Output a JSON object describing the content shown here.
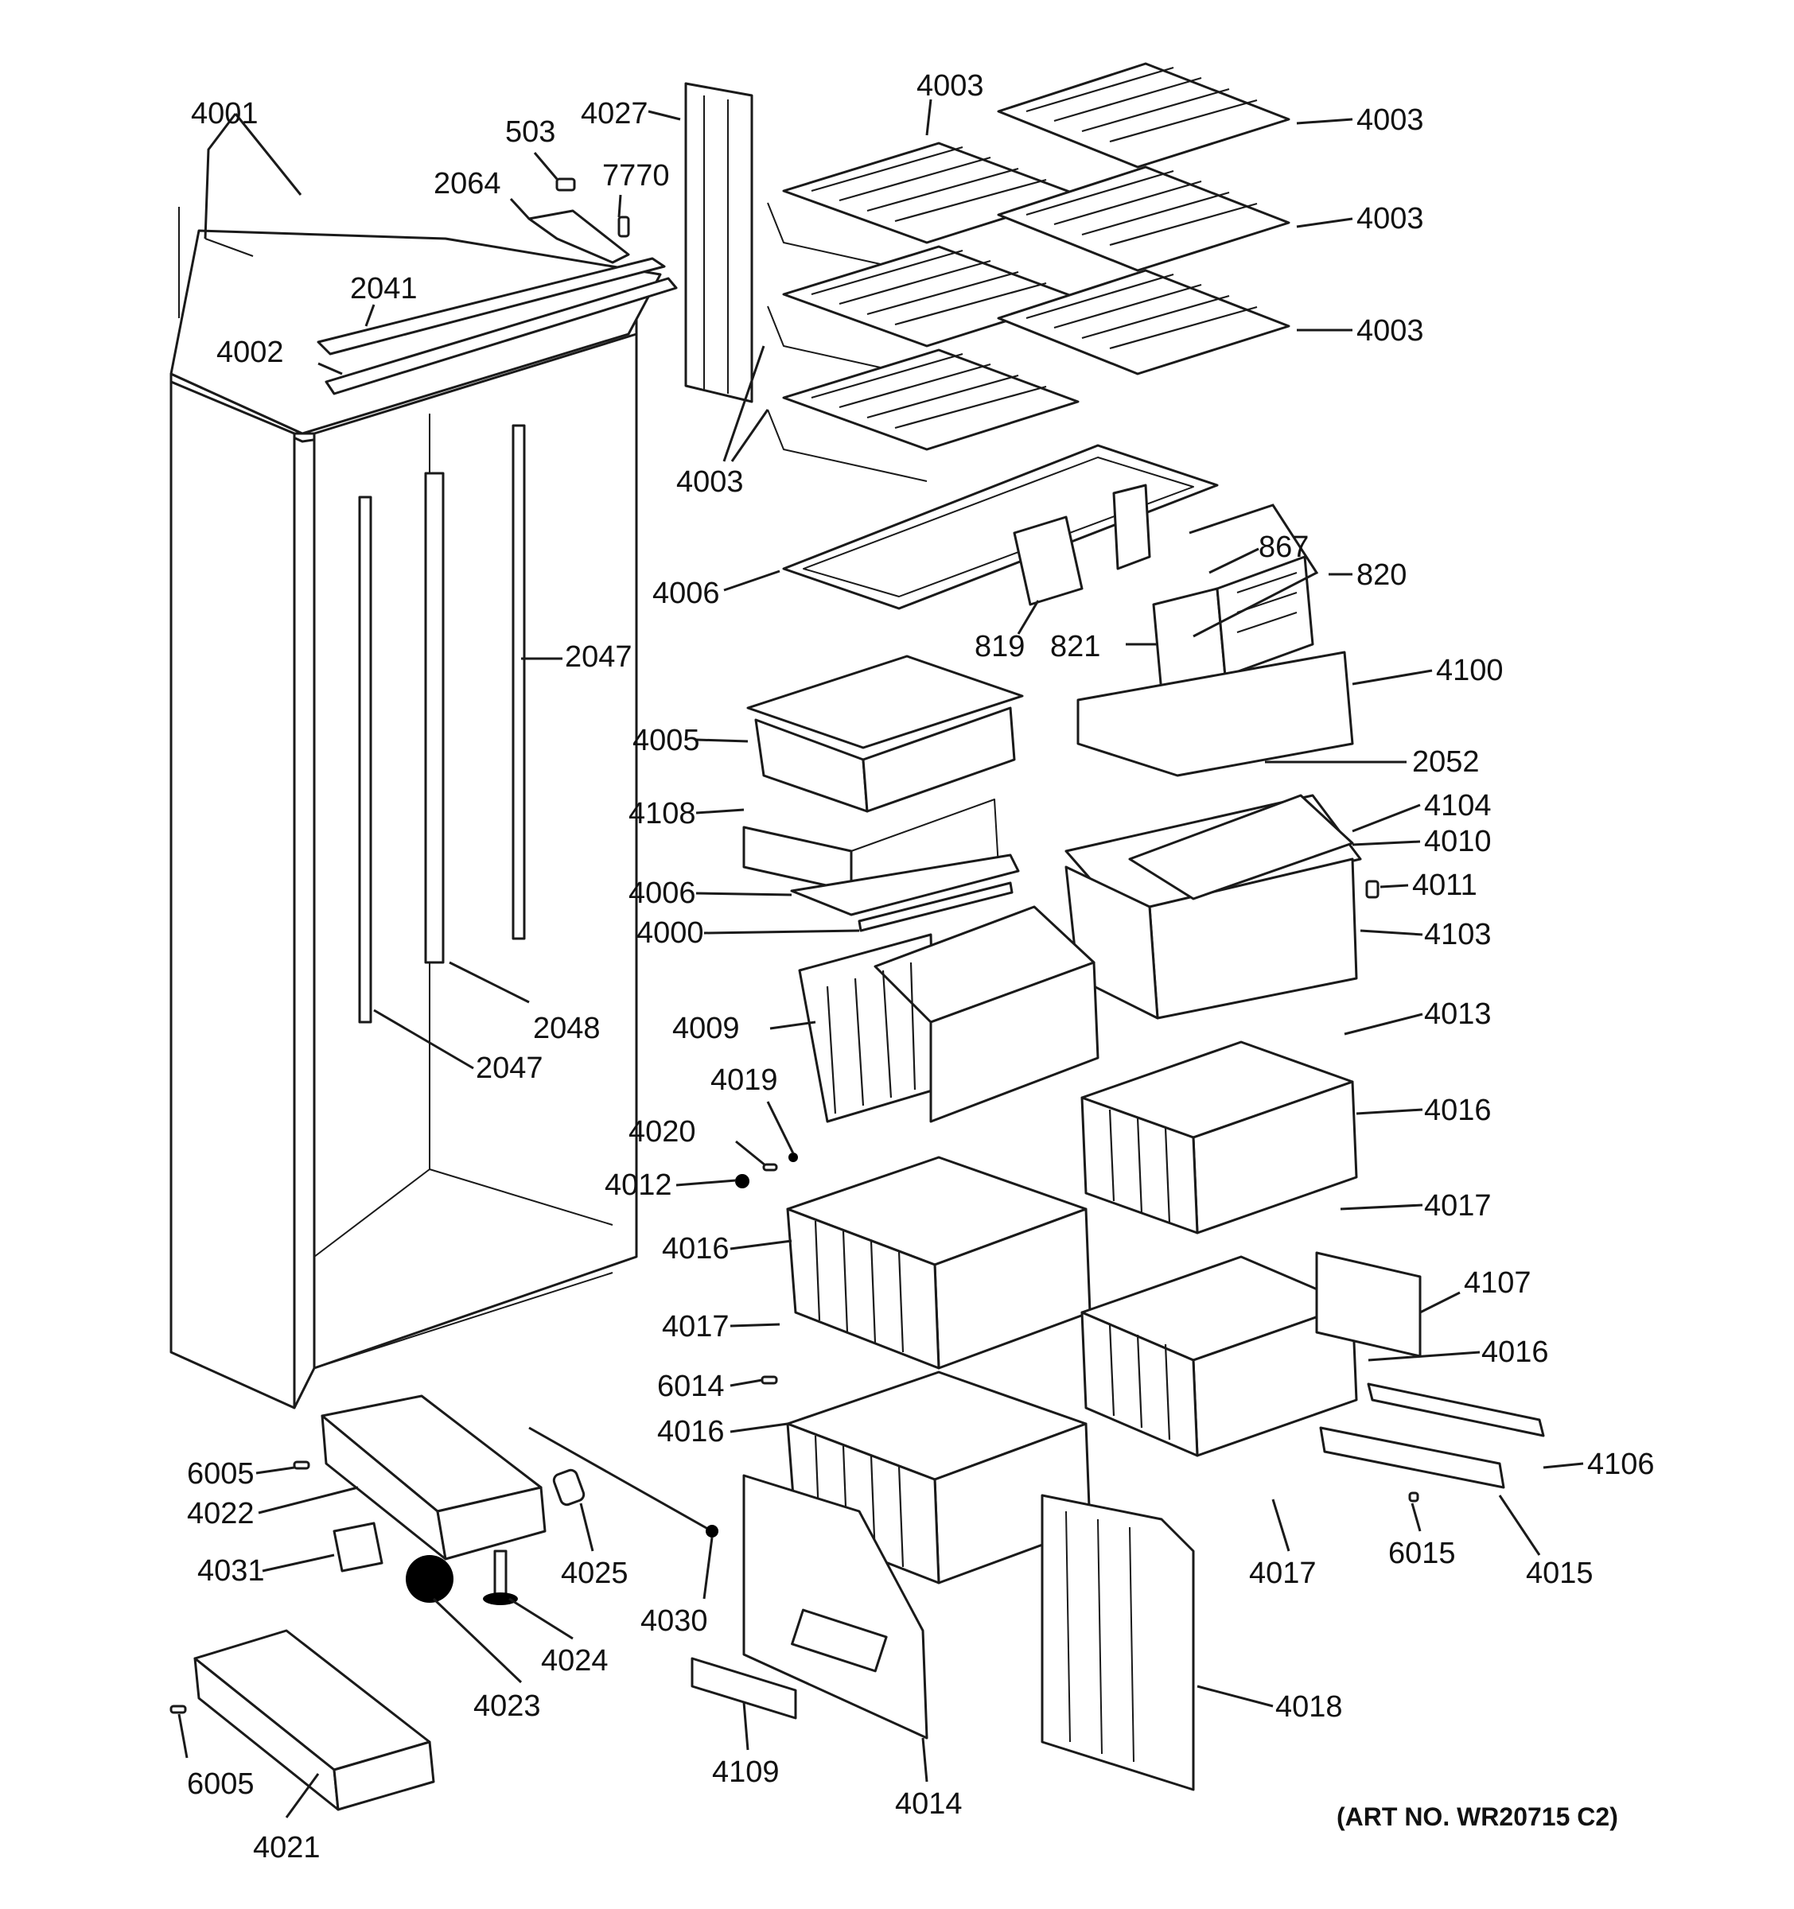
{
  "art_number": "(ART NO. WR20715 C2)",
  "callouts": [
    {
      "id": "4001",
      "text": "4001"
    },
    {
      "id": "503",
      "text": "503"
    },
    {
      "id": "4027",
      "text": "4027"
    },
    {
      "id": "2064",
      "text": "2064"
    },
    {
      "id": "7770",
      "text": "7770"
    },
    {
      "id": "2041",
      "text": "2041"
    },
    {
      "id": "4002",
      "text": "4002"
    },
    {
      "id": "4003a",
      "text": "4003"
    },
    {
      "id": "4003b",
      "text": "4003"
    },
    {
      "id": "4003c",
      "text": "4003"
    },
    {
      "id": "4003d",
      "text": "4003"
    },
    {
      "id": "4003e",
      "text": "4003"
    },
    {
      "id": "4006a",
      "text": "4006"
    },
    {
      "id": "867",
      "text": "867"
    },
    {
      "id": "820",
      "text": "820"
    },
    {
      "id": "819",
      "text": "819"
    },
    {
      "id": "821",
      "text": "821"
    },
    {
      "id": "2047a",
      "text": "2047"
    },
    {
      "id": "4100",
      "text": "4100"
    },
    {
      "id": "4005",
      "text": "4005"
    },
    {
      "id": "2052",
      "text": "2052"
    },
    {
      "id": "4108",
      "text": "4108"
    },
    {
      "id": "4104",
      "text": "4104"
    },
    {
      "id": "4010",
      "text": "4010"
    },
    {
      "id": "4006b",
      "text": "4006"
    },
    {
      "id": "4011",
      "text": "4011"
    },
    {
      "id": "4000",
      "text": "4000"
    },
    {
      "id": "4103",
      "text": "4103"
    },
    {
      "id": "2048",
      "text": "2048"
    },
    {
      "id": "4013",
      "text": "4013"
    },
    {
      "id": "4009",
      "text": "4009"
    },
    {
      "id": "2047b",
      "text": "2047"
    },
    {
      "id": "4019",
      "text": "4019"
    },
    {
      "id": "4016a",
      "text": "4016"
    },
    {
      "id": "4020",
      "text": "4020"
    },
    {
      "id": "4012",
      "text": "4012"
    },
    {
      "id": "4017a",
      "text": "4017"
    },
    {
      "id": "4016b",
      "text": "4016"
    },
    {
      "id": "4107",
      "text": "4107"
    },
    {
      "id": "4017b",
      "text": "4017"
    },
    {
      "id": "4016c",
      "text": "4016"
    },
    {
      "id": "6014",
      "text": "6014"
    },
    {
      "id": "4016d",
      "text": "4016"
    },
    {
      "id": "4106",
      "text": "4106"
    },
    {
      "id": "6005a",
      "text": "6005"
    },
    {
      "id": "4022",
      "text": "4022"
    },
    {
      "id": "4025",
      "text": "4025"
    },
    {
      "id": "4017c",
      "text": "4017"
    },
    {
      "id": "6015",
      "text": "6015"
    },
    {
      "id": "4015",
      "text": "4015"
    },
    {
      "id": "4031",
      "text": "4031"
    },
    {
      "id": "4030",
      "text": "4030"
    },
    {
      "id": "4024",
      "text": "4024"
    },
    {
      "id": "4023",
      "text": "4023"
    },
    {
      "id": "4018",
      "text": "4018"
    },
    {
      "id": "4109",
      "text": "4109"
    },
    {
      "id": "6005b",
      "text": "6005"
    },
    {
      "id": "4014",
      "text": "4014"
    },
    {
      "id": "4021",
      "text": "4021"
    }
  ]
}
